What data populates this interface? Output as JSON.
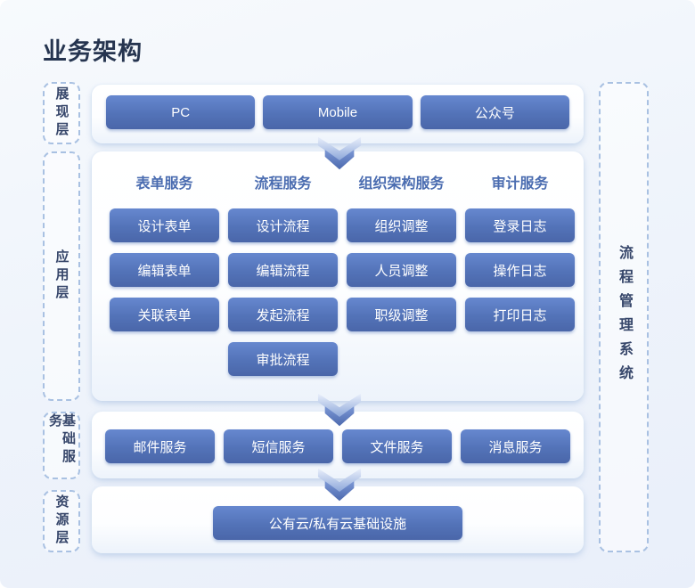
{
  "title": "业务架构",
  "layers": [
    {
      "id": "presentation",
      "label": "展现层"
    },
    {
      "id": "application",
      "label": "应用层"
    },
    {
      "id": "basic",
      "label": "基础服务"
    },
    {
      "id": "resource",
      "label": "资源层"
    }
  ],
  "right_label": "流程管理系统",
  "presentation": {
    "items": [
      "PC",
      "Mobile",
      "公众号"
    ]
  },
  "application": {
    "columns": [
      {
        "header": "表单服务",
        "items": [
          "设计表单",
          "编辑表单",
          "关联表单"
        ]
      },
      {
        "header": "流程服务",
        "items": [
          "设计流程",
          "编辑流程",
          "发起流程",
          "审批流程"
        ]
      },
      {
        "header": "组织架构服务",
        "items": [
          "组织调整",
          "人员调整",
          "职级调整"
        ]
      },
      {
        "header": "审计服务",
        "items": [
          "登录日志",
          "操作日志",
          "打印日志"
        ]
      }
    ]
  },
  "basic_services": {
    "items": [
      "邮件服务",
      "短信服务",
      "文件服务",
      "消息服务"
    ]
  },
  "resource": {
    "items": [
      "公有云/私有云基础设施"
    ]
  },
  "icons": {
    "arrow": "down-double-chevron"
  },
  "colors": {
    "title_text": "#263550",
    "header_text": "#4a6cb0",
    "label_text": "#36466a",
    "dash_border": "#a9c1e2",
    "node_gradient_top": "#6688cf",
    "node_gradient_bottom": "#4a66a9",
    "page_bg": "#edf2fa",
    "arrow_light": "#dde7f7",
    "arrow_dark": "#4f6cb0"
  }
}
